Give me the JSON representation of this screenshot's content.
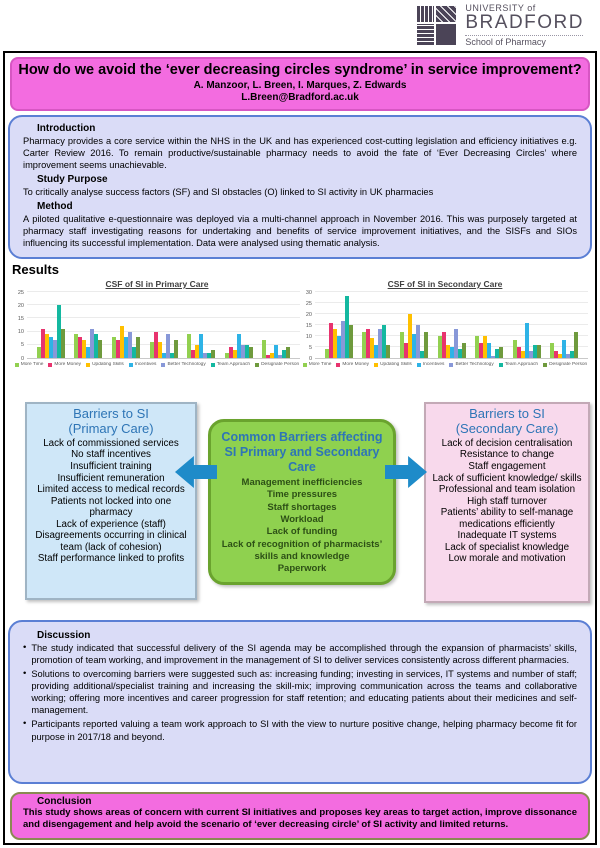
{
  "logo": {
    "university_line1": "UNIVERSITY of",
    "university_line2": "BRADFORD",
    "school": "School of Pharmacy"
  },
  "header": {
    "title": "How do we avoid the ‘ever decreasing circles syndrome’ in service improvement?",
    "authors": "A.  Manzoor,  L. Breen, I. Marques, Z. Edwards",
    "email": "L.Breen@Bradford.ac.uk"
  },
  "intro_box": {
    "introduction_heading": "Introduction",
    "introduction_text": "Pharmacy provides a core service within the NHS in the UK and has experienced cost-cutting legislation and efficiency initiatives e.g. Carter Review 2016. To remain productive/sustainable pharmacy needs to avoid the fate of ‘Ever Decreasing Circles’ where improvement seems unachievable.",
    "study_purpose_heading": "Study Purpose",
    "study_purpose_text": "To critically analyse success factors (SF) and SI obstacles (O) linked to SI activity in UK pharmacies",
    "method_heading": "Method",
    "method_text": "A piloted qualitative e-questionnaire was deployed via a multi-channel approach in November 2016. This was purposely targeted at pharmacy staff investigating reasons for undertaking and benefits of service improvement initiatives, and the SISFs and SIOs influencing its successful implementation. Data were analysed using thematic analysis."
  },
  "results_heading": "Results",
  "chart_data": [
    {
      "type": "bar",
      "title": "CSF of SI in Primary Care",
      "categories": [
        "",
        "",
        "",
        "",
        "",
        "",
        ""
      ],
      "series": [
        {
          "name": "More Time",
          "color": "#92d050",
          "values": [
            4,
            9,
            8,
            6,
            9,
            2,
            7
          ]
        },
        {
          "name": "More Money",
          "color": "#e8336e",
          "values": [
            11,
            8,
            7,
            10,
            3,
            4,
            1
          ]
        },
        {
          "name": "Updating Skills",
          "color": "#ffc000",
          "values": [
            9,
            7,
            12,
            6,
            5,
            3,
            2
          ]
        },
        {
          "name": "Incentives",
          "color": "#2eb3e6",
          "values": [
            8,
            4,
            8,
            2,
            9,
            9,
            5
          ]
        },
        {
          "name": "Better Technology",
          "color": "#8898d8",
          "values": [
            7,
            11,
            10,
            9,
            2,
            5,
            1
          ]
        },
        {
          "name": "Team Approach",
          "color": "#14b8a0",
          "values": [
            20,
            9,
            4,
            2,
            2,
            5,
            3
          ]
        },
        {
          "name": "Designate Person",
          "color": "#6f9a3d",
          "values": [
            11,
            7,
            8,
            7,
            3,
            4,
            4
          ]
        }
      ],
      "ylim": [
        0,
        25
      ],
      "yticks": [
        0,
        5,
        10,
        15,
        20,
        25
      ],
      "grid": true,
      "legend_position": "bottom"
    },
    {
      "type": "bar",
      "title": "CSF of SI in Secondary Care",
      "categories": [
        "",
        "",
        "",
        "",
        "",
        "",
        ""
      ],
      "series": [
        {
          "name": "More Time",
          "color": "#92d050",
          "values": [
            4,
            12,
            12,
            10,
            10,
            8,
            7
          ]
        },
        {
          "name": "More Money",
          "color": "#e8336e",
          "values": [
            16,
            13,
            7,
            12,
            7,
            5,
            3
          ]
        },
        {
          "name": "Updating Skills",
          "color": "#ffc000",
          "values": [
            13,
            9,
            20,
            6,
            10,
            3,
            2
          ]
        },
        {
          "name": "Incentives",
          "color": "#2eb3e6",
          "values": [
            10,
            6,
            11,
            5,
            7,
            16,
            8
          ]
        },
        {
          "name": "Better Technology",
          "color": "#8898d8",
          "values": [
            17,
            13,
            15,
            13,
            1,
            3,
            2
          ]
        },
        {
          "name": "Team Approach",
          "color": "#14b8a0",
          "values": [
            28,
            15,
            3,
            4,
            4,
            6,
            3
          ]
        },
        {
          "name": "Designate Person",
          "color": "#6f9a3d",
          "values": [
            15,
            6,
            12,
            7,
            5,
            6,
            12
          ]
        }
      ],
      "ylim": [
        0,
        30
      ],
      "yticks": [
        0,
        5,
        10,
        15,
        20,
        25,
        30
      ],
      "grid": true,
      "legend_position": "bottom"
    }
  ],
  "barriers": {
    "primary": {
      "title_line1": "Barriers to SI",
      "title_line2": "(Primary Care)",
      "items": [
        "Lack of commissioned services",
        "No staff incentives",
        "Insufficient training",
        "Insufficient remuneration",
        "Limited access to medical records",
        "Patients not locked into one pharmacy",
        "Lack of experience (staff)",
        "Disagreements occurring in clinical team (lack of cohesion)",
        "Staff performance linked to profits"
      ]
    },
    "common": {
      "title": "Common Barriers affecting SI Primary and Secondary Care",
      "items": [
        "Management inefficiencies",
        "Time pressures",
        "Staff shortages",
        "Workload",
        "Lack of funding",
        "Lack of recognition of pharmacists’ skills and knowledge",
        "Paperwork"
      ]
    },
    "secondary": {
      "title_line1": "Barriers to SI",
      "title_line2": "(Secondary Care)",
      "items": [
        "Lack of decision centralisation",
        "Resistance to change",
        "Staff engagement",
        "Lack of sufficient knowledge/ skills",
        "Professional and team isolation",
        "High staff turnover",
        "Patients’ ability to self-manage medications efficiently",
        "Inadequate IT systems",
        "Lack of specialist knowledge",
        "Low morale and motivation"
      ]
    }
  },
  "discussion": {
    "heading": "Discussion",
    "bullets": [
      "The study indicated that successful delivery of the SI agenda may be accomplished through the expansion of pharmacists’ skills, promotion of team working, and improvement in the management of SI to deliver services consistently  across different pharmacies.",
      "Solutions to overcoming barriers were suggested such as: increasing funding; investing in services, IT systems and number of staff; providing additional/specialist training and increasing the skill-mix; improving communication across the teams and collaborative working; offering more incentives and career progression for staff retention; and educating patients about their medicines and self-management.",
      "Participants reported valuing a team work approach to SI with the view to nurture positive change, helping pharmacy become fit for purpose in 2017/18 and beyond."
    ]
  },
  "conclusion": {
    "heading": "Conclusion",
    "text": "This study shows areas of concern with current SI initiatives and proposes key areas to target action, improve dissonance and disengagement and help avoid the scenario of ‘ever decreasing circle’ of SI activity and limited returns."
  },
  "colors": {
    "banner_pink": "#f36ce0",
    "panel_lavender": "#dadcf7",
    "panel_border_blue": "#5b7fd4",
    "primary_box_blue": "#cfe7f8",
    "secondary_box_pink": "#f8d9ec",
    "common_box_green": "#8fd14f",
    "box_title_blue": "#2e75b6",
    "arrow_blue": "#1e8bc9",
    "logo_slate": "#4b4457"
  }
}
